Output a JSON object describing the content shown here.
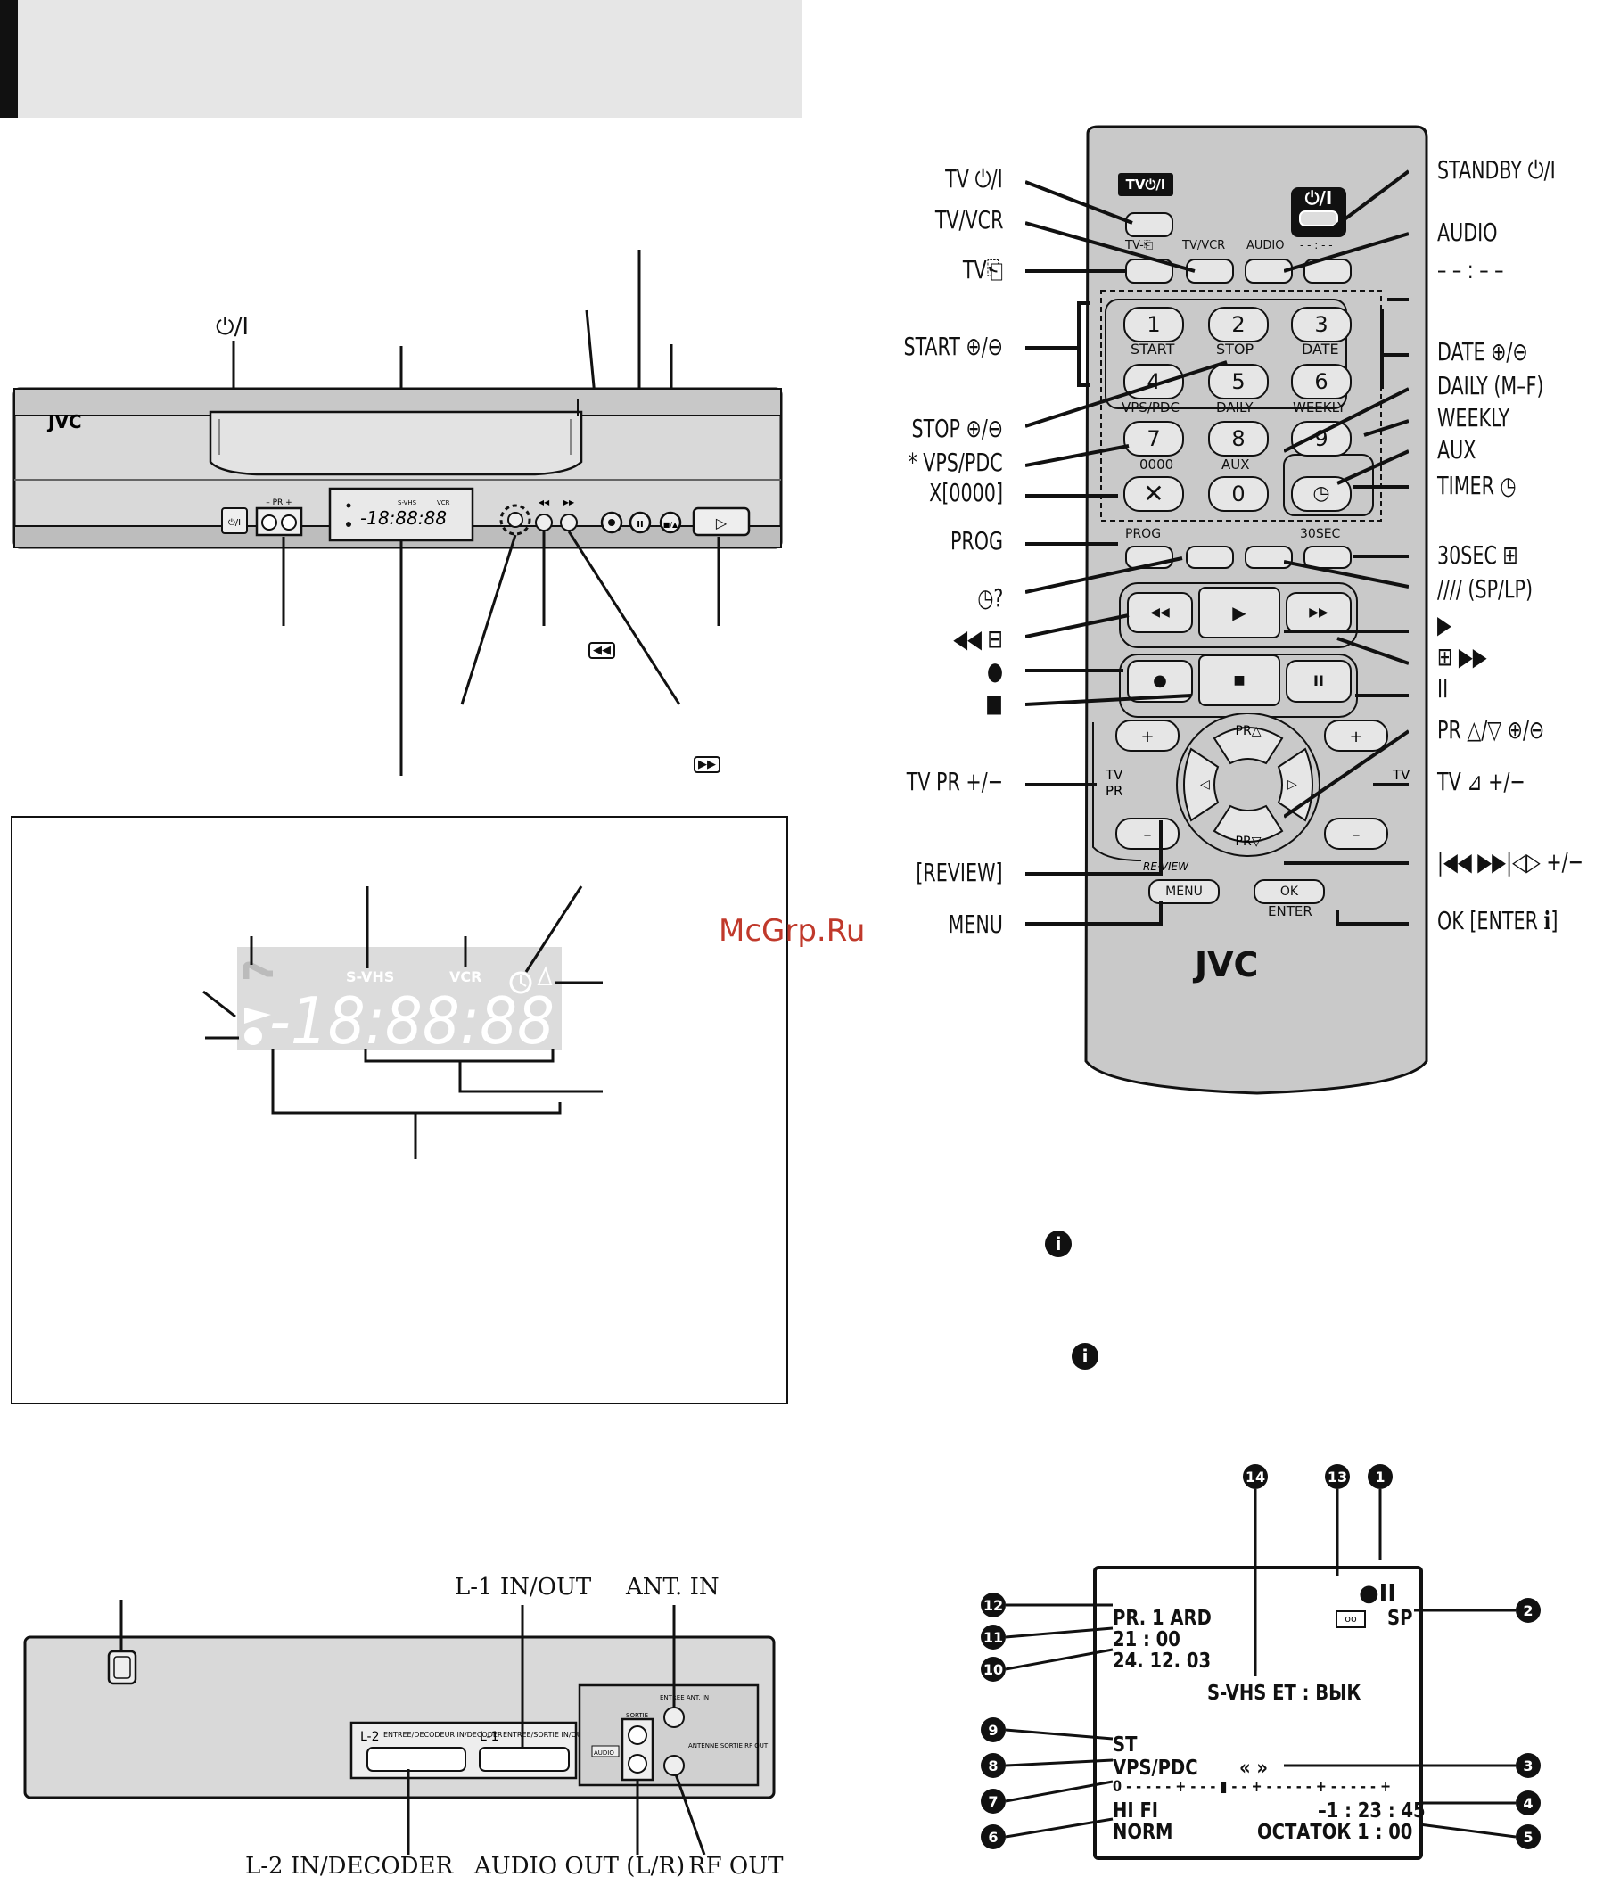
{
  "brand": "JVC",
  "watermark": "McGrp.Ru",
  "front_panel": {
    "power_label": "⏻/I",
    "display_text": "-18:88:88",
    "rew_icon": "rewind-icon",
    "ff_icon": "fast-forward-icon"
  },
  "display_panel": {
    "svhs": "S-VHS",
    "vcr": "VCR",
    "digits": "-18:88:88"
  },
  "rear_panel": {
    "l1": "L-1 IN/OUT",
    "ant_in": "ANT. IN",
    "l2": "L-2 IN/DECODER",
    "audio_out": "AUDIO OUT (L/R)",
    "rf_out": "RF OUT",
    "l2_small": "L-2",
    "l1_small": "L-1",
    "l2_sub": "ENTREE/DECODEUR IN/DECODER",
    "l1_sub": "ENTREE/SORTIE IN/OUT",
    "sortie": "SORTIE",
    "audio_small": "AUDIO",
    "antenne_in": "ENTREE ANT. IN",
    "antenne_out": "ANTENNE SORTIE RF OUT"
  },
  "remote": {
    "top_badge": "TV⏻/I",
    "standby_badge": "⏻/I",
    "buttons": {
      "tv_input": "TV-⎗",
      "tvvcr": "TV/VCR",
      "audio": "AUDIO",
      "dash": "- - : - -",
      "start": "START",
      "stop": "STOP",
      "date": "DATE",
      "vpspdc": "VPS/PDC",
      "daily": "DAILY",
      "weekly": "WEEKLY",
      "zero_zero": "0000",
      "aux": "AUX",
      "prog": "PROG",
      "sec30": "30SEC",
      "review": "RE·VIEW",
      "menu": "MENU",
      "ok": "OK",
      "enter": "ENTER",
      "tv": "TV",
      "pr": "PR",
      "pr_up": "PR△",
      "pr_down": "PR▽",
      "digits": [
        "1",
        "2",
        "3",
        "4",
        "5",
        "6",
        "7",
        "8",
        "9",
        "0"
      ]
    },
    "left_labels": [
      "TV ⏻/I",
      "TV/VCR",
      "TV⎗",
      "START ⊕/⊖",
      "STOP ⊕/⊖",
      "* VPS/PDC",
      "X[0000]",
      "PROG",
      "◷?",
      "◀◀ ⊟",
      "●",
      "■",
      "TV PR +/−",
      "[REVIEW]",
      "MENU"
    ],
    "right_labels": [
      "STANDBY ⏻/I",
      "AUDIO",
      "– – : – –",
      "DATE ⊕/⊖",
      "DAILY (M–F)",
      "WEEKLY",
      "AUX",
      "TIMER ◷",
      "30SEC ⊞",
      "//// (SP/LP)",
      "▶",
      "⊞ ▶▶",
      "II",
      "PR △/▽ ⊕/⊖",
      "TV ⊿ +/−",
      "|◀◀ ▶▶|◁▷ +/−",
      "OK [ENTER ℹ]"
    ]
  },
  "info_icons": [
    "info-icon",
    "info-icon"
  ],
  "osd": {
    "pr": "PR.  1 ARD",
    "time": "21 : 00",
    "date": "24. 12. 03",
    "svhs_et": "S-VHS ET : ВЫК",
    "sp": "SP",
    "st": "ST",
    "vps": "VPS/PDC",
    "arrows": "«  »",
    "scale": "0 - - - - - + - - - ▮ - - + - - - - - + - - - - - +",
    "hifi": "HI FI",
    "counter": "–1 : 23 : 45",
    "norm": "NORM",
    "remain": "ОСТАТОК    1 : 00",
    "callouts": [
      "1",
      "2",
      "3",
      "4",
      "5",
      "6",
      "7",
      "8",
      "9",
      "10",
      "11",
      "12",
      "13",
      "14"
    ]
  }
}
